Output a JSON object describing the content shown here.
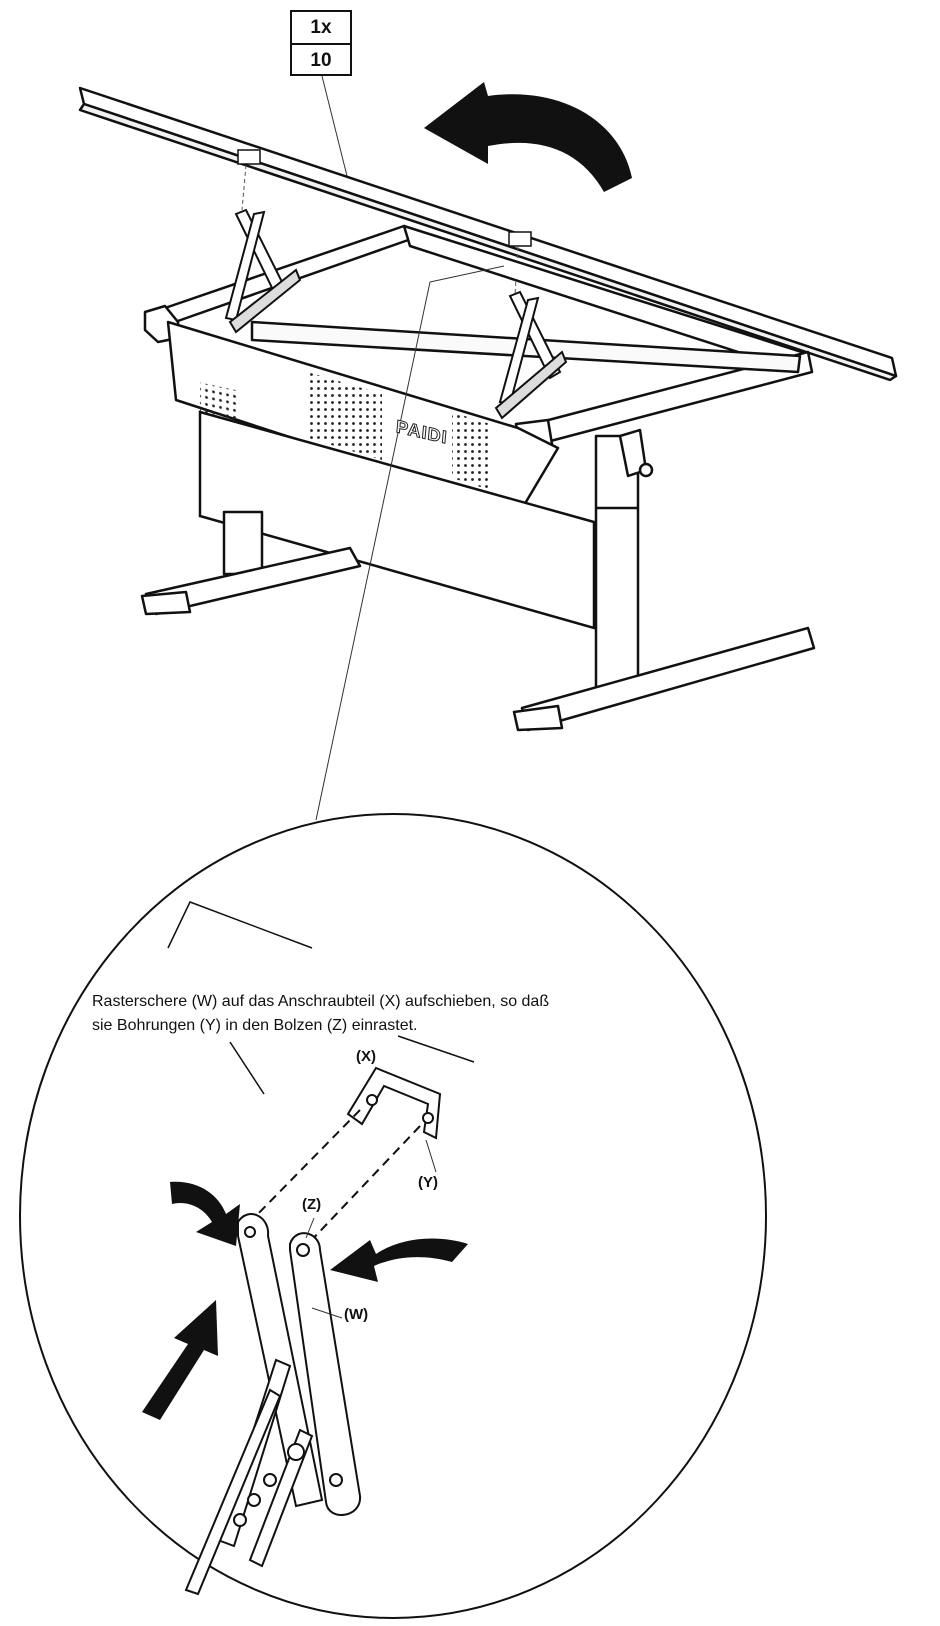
{
  "quantity_label": {
    "count": "1x",
    "part_number": "10"
  },
  "brand_logo": "PAIDI",
  "instruction_text": "Rasterschere (W) auf das Anschraubteil (X) aufschieben, so daß sie Bohrungen (Y) in den Bolzen (Z) einrastet.",
  "callouts": {
    "x": "(X)",
    "y": "(Y)",
    "z": "(Z)",
    "w": "(W)"
  }
}
